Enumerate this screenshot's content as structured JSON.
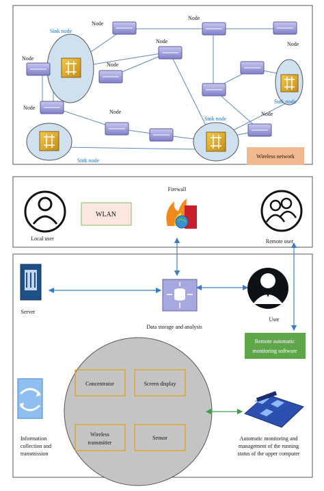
{
  "network": {
    "node_labels": [
      "Node",
      "Node",
      "Node",
      "Node",
      "Node",
      "Node",
      "Node",
      "Node",
      "Node"
    ],
    "sink_labels": [
      "Sink node",
      "Sink node",
      "Sink node",
      "Sink node"
    ],
    "wireless_label": "Wireless network",
    "colors": {
      "sink_fill": "#cfe0ef",
      "node": "#8f8fd0",
      "sink_box": "#d8a02a",
      "wireless_box": "#f2b88f",
      "line": "#5f87c3"
    }
  },
  "access": {
    "local_user": "Local user",
    "wlan": "WLAN",
    "firewall": "Firewall",
    "remote_user": "Remote user",
    "colors": {
      "wlan_fill": "#fbe6e0",
      "wlan_border": "#7fbf5f"
    }
  },
  "core": {
    "server": "Server",
    "data_storage": "Data storage and analysis",
    "user": "User",
    "remote_software": "Remote automatic monitoring software",
    "concentrator": "Concentrator",
    "screen_display": "Screen display",
    "wireless_transmitter": "Wireless transmitter",
    "sensor": "Sensor",
    "info_collection": "Information collection and transmission",
    "auto_monitoring": "Automatic monitoring and management of the running status of the upper computer",
    "colors": {
      "remote_box": "#5fa64a",
      "circle": "#c4c4c4",
      "inner_border": "#e0a21a",
      "arrow": "#3b7dc4",
      "green_arrow": "#3aa04a"
    }
  }
}
